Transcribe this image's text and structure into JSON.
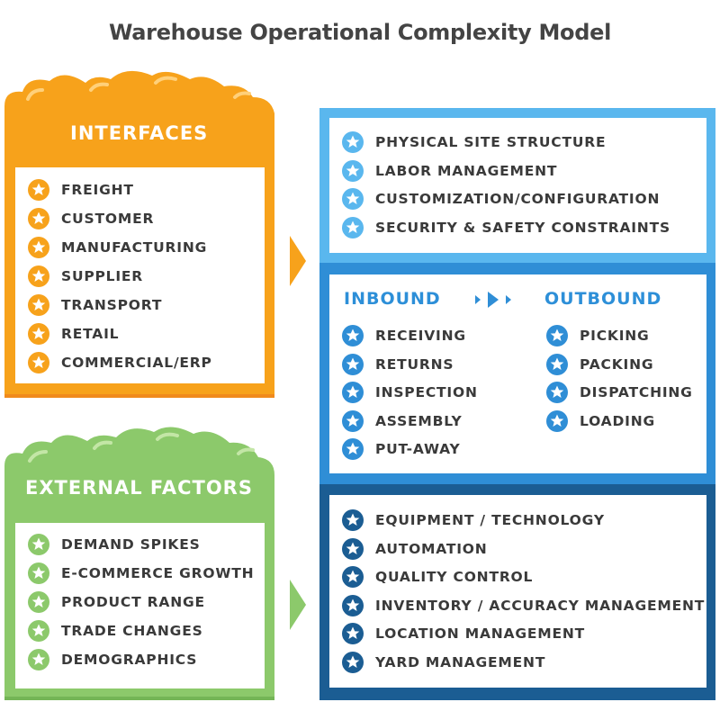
{
  "title": "Warehouse Operational Complexity Model",
  "colors": {
    "orange": "#f7a21b",
    "orange_dark": "#f08a1c",
    "green": "#8cc96b",
    "green_dark": "#74b556",
    "blue_light": "#5ab7ee",
    "blue_mid": "#2f8ed6",
    "blue_dark": "#1b5d93",
    "text": "#3a3a3a"
  },
  "interfaces": {
    "heading": "INTERFACES",
    "icon": "star-icon",
    "items": [
      "FREIGHT",
      "CUSTOMER",
      "MANUFACTURING",
      "SUPPLIER",
      "TRANSPORT",
      "RETAIL",
      "COMMERCIAL/ERP"
    ]
  },
  "external_factors": {
    "heading": "EXTERNAL FACTORS",
    "icon": "star-icon",
    "items": [
      "DEMAND SPIKES",
      "E-COMMERCE GROWTH",
      "PRODUCT RANGE",
      "TRADE CHANGES",
      "DEMOGRAPHICS"
    ]
  },
  "structure": {
    "items": [
      "PHYSICAL SITE STRUCTURE",
      "LABOR MANAGEMENT",
      "CUSTOMIZATION/CONFIGURATION",
      "SECURITY & SAFETY CONSTRAINTS"
    ]
  },
  "flow": {
    "inbound_heading": "INBOUND",
    "outbound_heading": "OUTBOUND",
    "inbound": [
      "RECEIVING",
      "RETURNS",
      "INSPECTION",
      "ASSEMBLY",
      "PUT-AWAY"
    ],
    "outbound": [
      "PICKING",
      "PACKING",
      "DISPATCHING",
      "LOADING"
    ]
  },
  "management": {
    "items": [
      "EQUIPMENT / TECHNOLOGY",
      "AUTOMATION",
      "QUALITY CONTROL",
      "INVENTORY / ACCURACY MANAGEMENT",
      "LOCATION MANAGEMENT",
      "YARD MANAGEMENT"
    ]
  }
}
